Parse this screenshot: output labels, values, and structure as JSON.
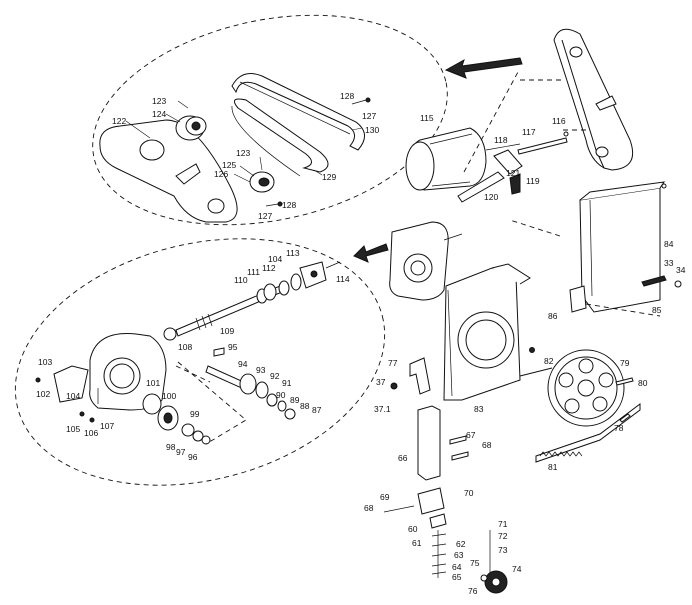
{
  "diagram": {
    "labels": [
      {
        "id": "l122",
        "text": "122"
      },
      {
        "id": "l123a",
        "text": "123"
      },
      {
        "id": "l124",
        "text": "124"
      },
      {
        "id": "l128a",
        "text": "128"
      },
      {
        "id": "l127a",
        "text": "127"
      },
      {
        "id": "l130",
        "text": "130"
      },
      {
        "id": "l129",
        "text": "129"
      },
      {
        "id": "l123b",
        "text": "123"
      },
      {
        "id": "l125",
        "text": "125"
      },
      {
        "id": "l126",
        "text": "126"
      },
      {
        "id": "l128b",
        "text": "128"
      },
      {
        "id": "l127b",
        "text": "127"
      },
      {
        "id": "l115",
        "text": "115"
      },
      {
        "id": "l116",
        "text": "116"
      },
      {
        "id": "l117",
        "text": "117"
      },
      {
        "id": "l118",
        "text": "118"
      },
      {
        "id": "l121",
        "text": "121"
      },
      {
        "id": "l119",
        "text": "119"
      },
      {
        "id": "l120",
        "text": "120"
      },
      {
        "id": "l84",
        "text": "84"
      },
      {
        "id": "l33",
        "text": "33"
      },
      {
        "id": "l34",
        "text": "34"
      },
      {
        "id": "l85",
        "text": "85"
      },
      {
        "id": "l86",
        "text": "86"
      },
      {
        "id": "l110",
        "text": "110"
      },
      {
        "id": "l111",
        "text": "111"
      },
      {
        "id": "l112",
        "text": "112"
      },
      {
        "id": "l104a",
        "text": "104"
      },
      {
        "id": "l113",
        "text": "113"
      },
      {
        "id": "l114",
        "text": "114"
      },
      {
        "id": "l109",
        "text": "109"
      },
      {
        "id": "l108",
        "text": "108"
      },
      {
        "id": "l95",
        "text": "95"
      },
      {
        "id": "l94",
        "text": "94"
      },
      {
        "id": "l93",
        "text": "93"
      },
      {
        "id": "l92",
        "text": "92"
      },
      {
        "id": "l91",
        "text": "91"
      },
      {
        "id": "l90",
        "text": "90"
      },
      {
        "id": "l89",
        "text": "89"
      },
      {
        "id": "l88",
        "text": "88"
      },
      {
        "id": "l87",
        "text": "87"
      },
      {
        "id": "l103",
        "text": "103"
      },
      {
        "id": "l102",
        "text": "102"
      },
      {
        "id": "l104b",
        "text": "104"
      },
      {
        "id": "l101",
        "text": "101"
      },
      {
        "id": "l100",
        "text": "100"
      },
      {
        "id": "l99",
        "text": "99"
      },
      {
        "id": "l98",
        "text": "98"
      },
      {
        "id": "l97",
        "text": "97"
      },
      {
        "id": "l96",
        "text": "96"
      },
      {
        "id": "l105",
        "text": "105"
      },
      {
        "id": "l106",
        "text": "106"
      },
      {
        "id": "l107",
        "text": "107"
      },
      {
        "id": "l82",
        "text": "82"
      },
      {
        "id": "l79",
        "text": "79"
      },
      {
        "id": "l80",
        "text": "80"
      },
      {
        "id": "l78",
        "text": "78"
      },
      {
        "id": "l81",
        "text": "81"
      },
      {
        "id": "l83",
        "text": "83"
      },
      {
        "id": "l77",
        "text": "77"
      },
      {
        "id": "l37",
        "text": "37"
      },
      {
        "id": "l37_1",
        "text": "37.1"
      },
      {
        "id": "l67",
        "text": "67"
      },
      {
        "id": "l68a",
        "text": "68"
      },
      {
        "id": "l66",
        "text": "66"
      },
      {
        "id": "l69",
        "text": "69"
      },
      {
        "id": "l70",
        "text": "70"
      },
      {
        "id": "l68b",
        "text": "68"
      },
      {
        "id": "l60",
        "text": "60"
      },
      {
        "id": "l71",
        "text": "71"
      },
      {
        "id": "l72",
        "text": "72"
      },
      {
        "id": "l61",
        "text": "61"
      },
      {
        "id": "l62",
        "text": "62"
      },
      {
        "id": "l63",
        "text": "63"
      },
      {
        "id": "l73",
        "text": "73"
      },
      {
        "id": "l64",
        "text": "64"
      },
      {
        "id": "l65",
        "text": "65"
      },
      {
        "id": "l75",
        "text": "75"
      },
      {
        "id": "l74",
        "text": "74"
      },
      {
        "id": "l76",
        "text": "76"
      }
    ]
  }
}
